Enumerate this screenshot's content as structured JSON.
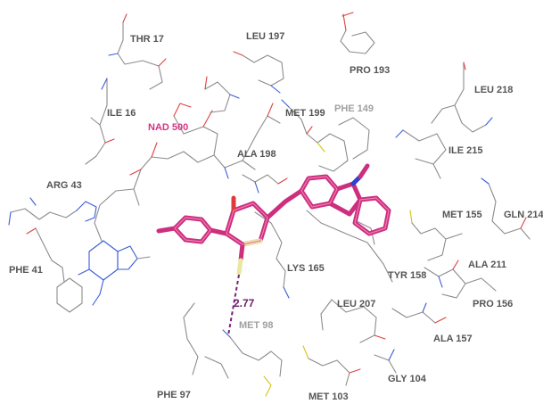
{
  "scene": {
    "residue_labels": {
      "thr17": "THR 17",
      "leu197": "LEU 197",
      "pro193": "PRO 193",
      "leu218": "LEU 218",
      "ile16": "ILE 16",
      "nad500": "NAD 500",
      "met199": "MET 199",
      "phe149": "PHE 149",
      "ile215": "ILE 215",
      "ala198": "ALA 198",
      "arg43": "ARG 43",
      "met155": "MET 155",
      "gln214": "GLN 214",
      "phe41": "PHE 41",
      "lys165": "LYS 165",
      "ala211": "ALA 211",
      "tyr158": "TYR 158",
      "pro156": "PRO 156",
      "leu207": "LEU 207",
      "met98": "MET 98",
      "ala157": "ALA 157",
      "gly104": "GLY 104",
      "phe97": "PHE 97",
      "met103": "MET 103"
    },
    "hbond_distance": "2.77",
    "colors": {
      "ligand": "#cc2f7e",
      "nad_label": "#d63384",
      "hbond": "#7a1f7a",
      "carbon": "#8c8c8c",
      "oxygen": "#e04040",
      "nitrogen": "#3a5bd9",
      "sulfur": "#d9c21a"
    }
  }
}
